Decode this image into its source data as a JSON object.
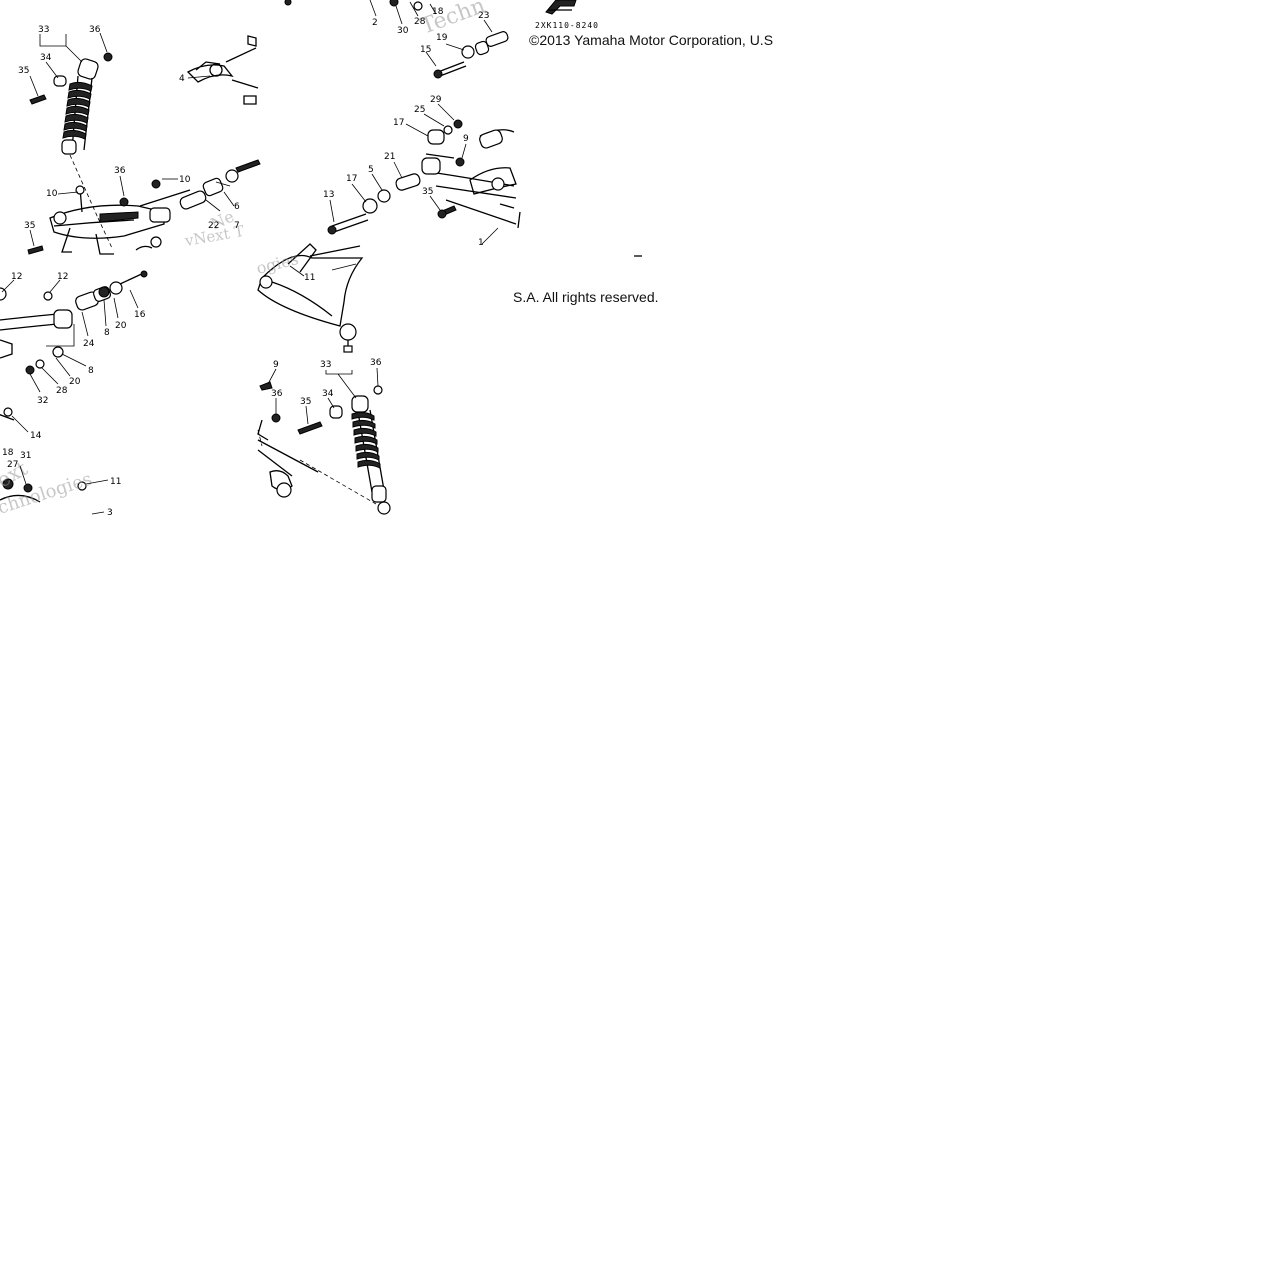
{
  "diagram": {
    "code": "2XK110-8240",
    "copyright_line1": "©2013 Yamaha Motor Corporation, U.S",
    "copyright_line2": "S.A. All rights reserved.",
    "watermark_texts": [
      "vNext T",
      "Techn",
      "ogies",
      "ext",
      "chnologies",
      "nologies",
      "Ne"
    ]
  },
  "callouts": {
    "a": [
      "33",
      "36",
      "34",
      "35",
      "4",
      "36",
      "10",
      "10",
      "35",
      "22",
      "7",
      "6",
      "12",
      "12",
      "16",
      "20",
      "8",
      "24",
      "8",
      "20",
      "28",
      "32",
      "14",
      "18",
      "27",
      "31",
      "11",
      "3"
    ],
    "b": [
      "11",
      "9",
      "36",
      "35",
      "34",
      "33",
      "36"
    ],
    "c": [
      "2",
      "30",
      "28",
      "18",
      "23",
      "15",
      "19",
      "29",
      "25",
      "17",
      "9",
      "21",
      "5",
      "17",
      "13",
      "35",
      "1"
    ]
  }
}
